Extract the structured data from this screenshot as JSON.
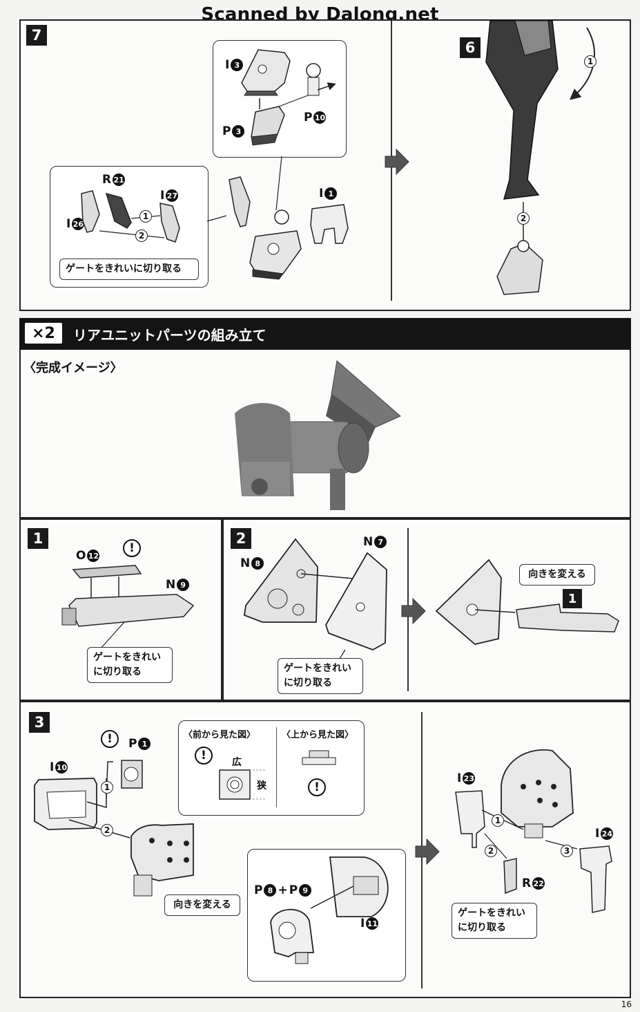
{
  "watermark": "Scanned by Dalong.net",
  "step7": {
    "badge": "7",
    "parts": {
      "i3": {
        "letter": "I",
        "num": "3"
      },
      "p3": {
        "letter": "P",
        "num": "3"
      },
      "p10": {
        "letter": "P",
        "num": "10"
      },
      "i1": {
        "letter": "I",
        "num": "1"
      },
      "r21": {
        "letter": "R",
        "num": "21"
      },
      "i27": {
        "letter": "I",
        "num": "27"
      },
      "i26": {
        "letter": "I",
        "num": "26"
      }
    },
    "callout": "ゲートをきれいに切り取る",
    "order": [
      "1",
      "2"
    ]
  },
  "step6": {
    "badge": "6",
    "order": [
      "1",
      "2"
    ]
  },
  "section": {
    "multiplier": "×2",
    "title": "リアユニットパーツの組み立て",
    "preview_label": "〈完成イメージ〉"
  },
  "step1": {
    "badge": "1",
    "parts": {
      "o12": {
        "letter": "O",
        "num": "12"
      },
      "n9": {
        "letter": "N",
        "num": "9"
      }
    },
    "caution": "!",
    "callout_line1": "ゲートをきれい",
    "callout_line2": "に切り取る"
  },
  "step2": {
    "badge": "2",
    "parts": {
      "n8": {
        "letter": "N",
        "num": "8"
      },
      "n7": {
        "letter": "N",
        "num": "7"
      }
    },
    "callout_line1": "ゲートをきれい",
    "callout_line2": "に切り取る",
    "rotate_label": "向きを変える",
    "ref_badge": "1"
  },
  "step3": {
    "badge": "3",
    "parts": {
      "p1": {
        "letter": "P",
        "num": "1"
      },
      "i10": {
        "letter": "I",
        "num": "10"
      },
      "p8p9": {
        "letter": "P",
        "num": "8",
        "plus": "+",
        "letter2": "P",
        "num2": "9"
      },
      "i11": {
        "letter": "I",
        "num": "11"
      },
      "i23": {
        "letter": "I",
        "num": "23"
      },
      "i24": {
        "letter": "I",
        "num": "24"
      },
      "r22": {
        "letter": "R",
        "num": "22"
      }
    },
    "front_view": "〈前から見た図〉",
    "top_view": "〈上から見た図〉",
    "wide": "広",
    "narrow": "狭",
    "rotate_label": "向きを変える",
    "callout_line1": "ゲートをきれい",
    "callout_line2": "に切り取る",
    "order": [
      "1",
      "2",
      "3"
    ]
  },
  "page_number": "16"
}
